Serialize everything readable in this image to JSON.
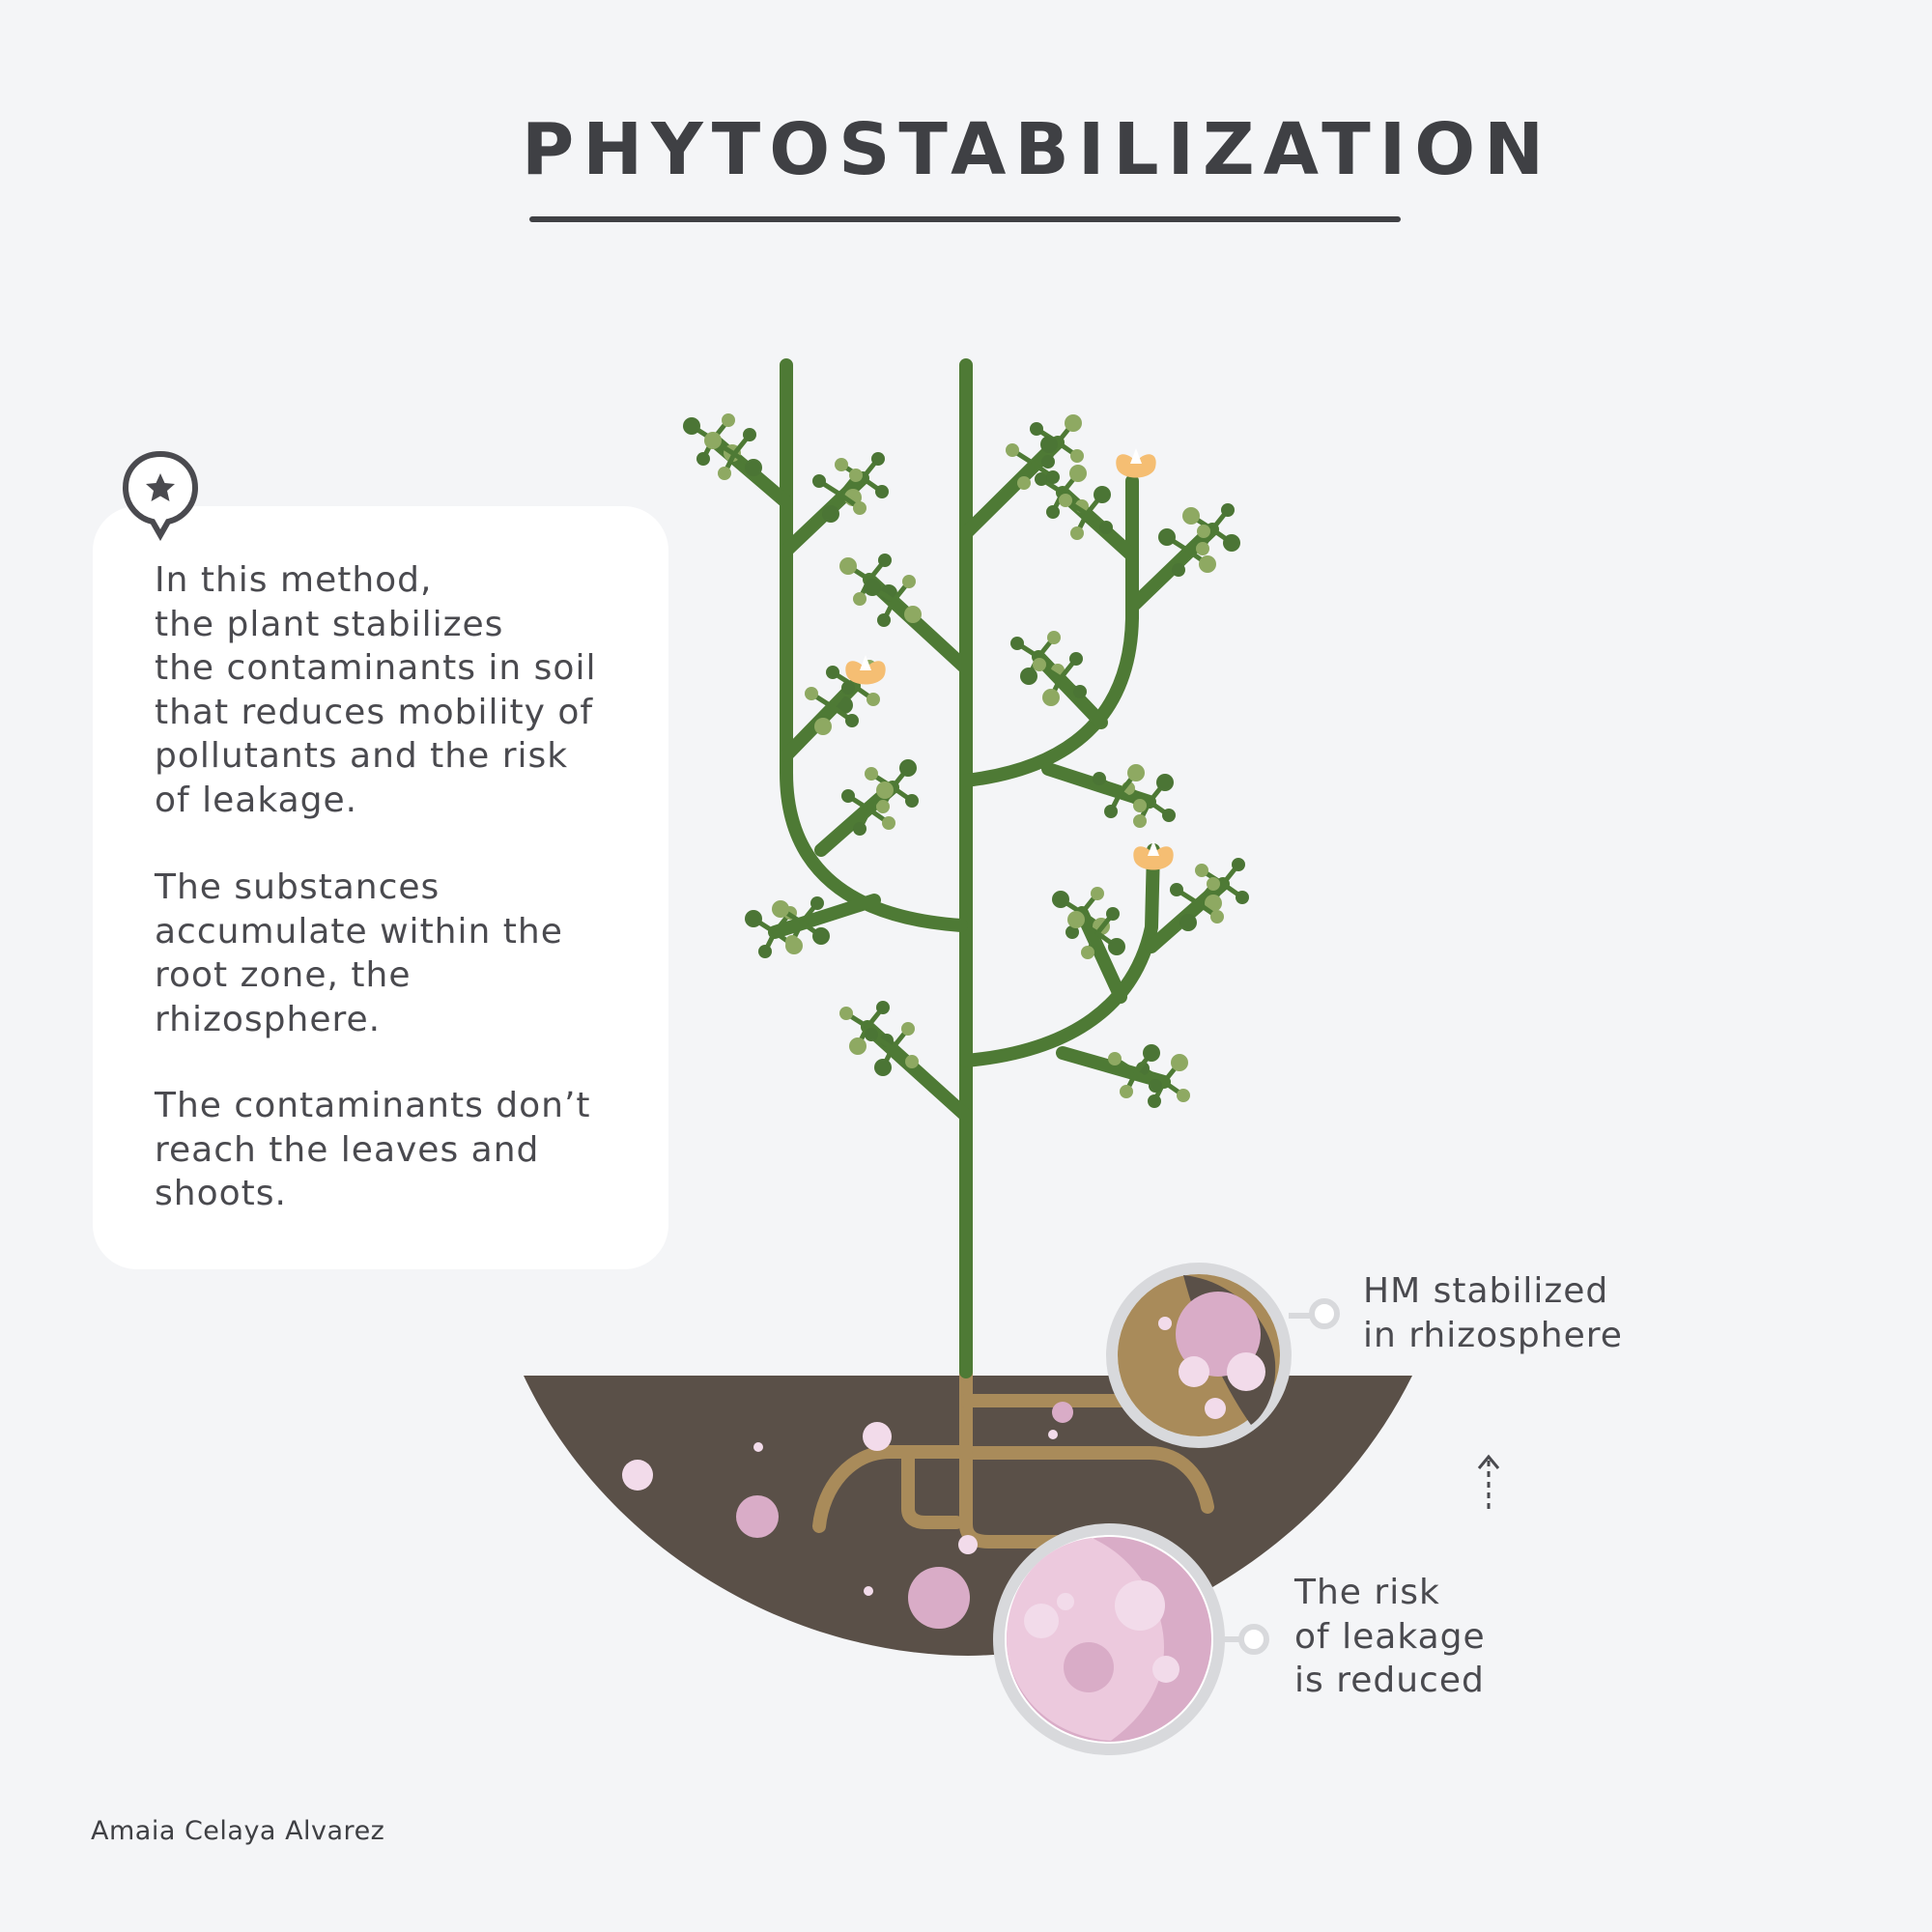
{
  "title": "PHYTOSTABILIZATION",
  "info_card": {
    "paragraph_1": "In this method,\nthe plant stabilizes\nthe contaminants in soil\nthat reduces mobility of\npollutants and the risk\nof leakage.",
    "paragraph_2": "The substances\naccumulate within the\nroot zone, the\nrhizosphere.",
    "paragraph_3": "The contaminants don’t\nreach the leaves and\nshoots."
  },
  "callouts": {
    "hm_stabilized": "HM stabilized\nin rhizosphere",
    "risk_reduced": "The risk\nof leakage\nis reduced"
  },
  "credit": "Amaia Celaya Alvarez",
  "icons": [
    "star-pin-icon",
    "up-arrow-icon",
    "flower-icon"
  ],
  "colors": {
    "stem": "#4e7a35",
    "leaf_dark": "#4b7535",
    "leaf_light": "#8ea962",
    "flower": "#f5be73",
    "soil": "#5a5048",
    "root": "#a98b5a",
    "contaminant": "#d9acc7",
    "contaminant_light": "#f2dbea",
    "text": "#4a4a4f"
  }
}
